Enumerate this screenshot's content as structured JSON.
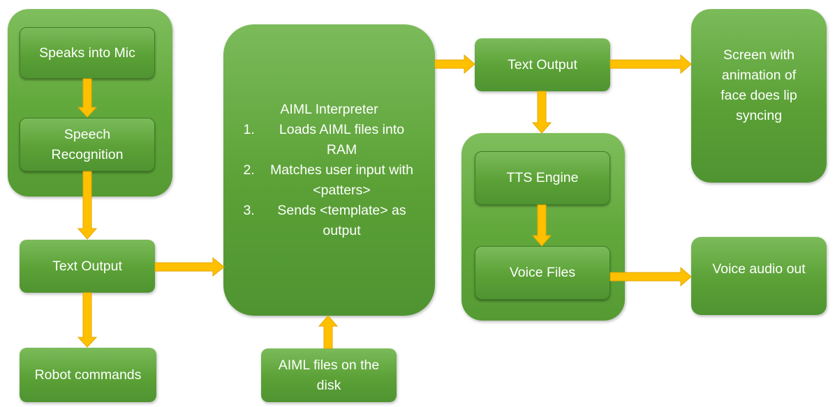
{
  "colors": {
    "box": "#5ba136",
    "arrow": "#ffc000",
    "arrow_edge": "#e3a700",
    "text": "#ffffff"
  },
  "nodes": {
    "speaks_into_mic": "Speaks into Mic",
    "speech_recognition": "Speech Recognition",
    "text_output_left": "Text Output",
    "robot_commands": "Robot commands",
    "aiml_files_disk": "AIML files on the disk",
    "text_output_top": "Text Output",
    "tts_engine": "TTS Engine",
    "voice_files": "Voice Files",
    "screen_animation": "Screen with animation of face does lip syncing",
    "voice_audio_out": "Voice audio out"
  },
  "interpreter": {
    "title": "AIML Interpreter",
    "steps": [
      {
        "num": "1.",
        "text": "Loads AIML files into RAM"
      },
      {
        "num": "2.",
        "text": "Matches user input with <patters>"
      },
      {
        "num": "3.",
        "text": "Sends <template> as output"
      }
    ]
  }
}
